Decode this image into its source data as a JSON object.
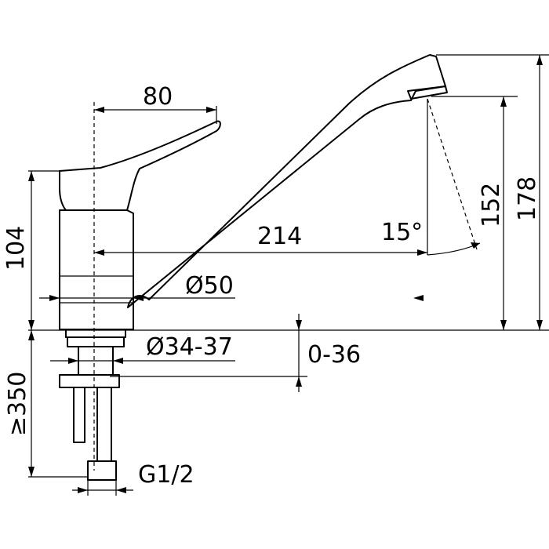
{
  "dimensions": {
    "handle_reach": "80",
    "body_height": "104",
    "spout_reach": "214",
    "spout_angle": "15°",
    "outlet_height": "152",
    "total_height": "178",
    "body_diameter": "Ø50",
    "hole_diameter": "Ø34-37",
    "deck_thickness": "0-36",
    "hose_length": "≥350",
    "connection_thread": "G1/2"
  }
}
